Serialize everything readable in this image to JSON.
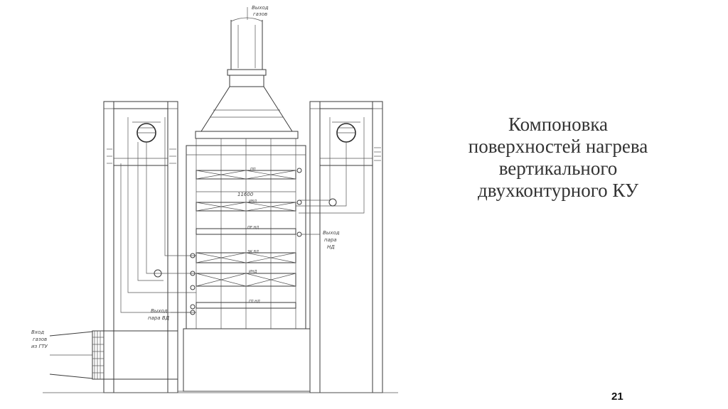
{
  "slide": {
    "title_lines": [
      "Компоновка",
      "поверхностей нагрева",
      "вертикального",
      "двухконтурного КУ"
    ],
    "page_number": "21"
  },
  "diagram": {
    "labels": {
      "gas_outlet": [
        "Выход",
        "газов"
      ],
      "gas_inlet": [
        "Вход",
        "газов",
        "из ГТУ"
      ],
      "steam_lp": [
        "Выход",
        "пара",
        "НД"
      ],
      "steam_hp": [
        "Выход",
        "пара ВД"
      ],
      "dimension": "11600",
      "bank_tags": [
        "ПП",
        "ИВД",
        "ПЕ НД",
        "ЭК ВД",
        "ИНД",
        "ГП НД"
      ]
    }
  }
}
